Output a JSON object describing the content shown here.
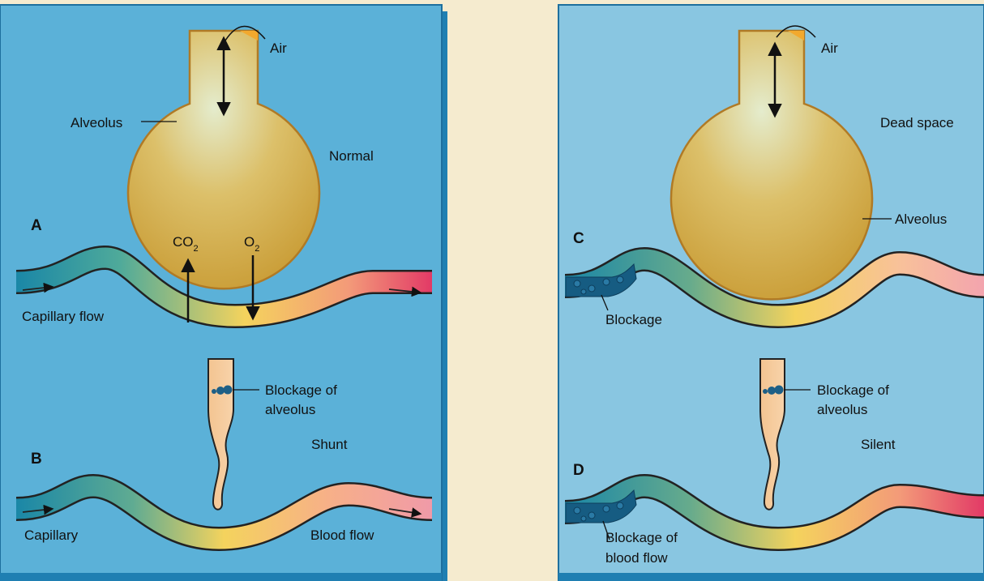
{
  "panel_left": {
    "A": {
      "letter": "A",
      "air": "Air",
      "alveolus": "Alveolus",
      "state": "Normal",
      "co2": "CO",
      "co2_sub": "2",
      "o2": "O",
      "o2_sub": "2",
      "flow": "Capillary flow"
    },
    "B": {
      "letter": "B",
      "blockage_line1": "Blockage of",
      "blockage_line2": "alveolus",
      "state": "Shunt",
      "capillary": "Capillary",
      "flow": "Blood flow"
    }
  },
  "panel_right": {
    "C": {
      "letter": "C",
      "air": "Air",
      "state": "Dead space",
      "alveolus": "Alveolus",
      "blockage": "Blockage"
    },
    "D": {
      "letter": "D",
      "blockage_line1": "Blockage of",
      "blockage_line2": "alveolus",
      "state": "Silent",
      "flow_line1": "Blockage of",
      "flow_line2": "blood flow"
    }
  },
  "colors": {
    "page": "#f5ebcf",
    "panel_left": "#5bb1d8",
    "panel_right": "#89c6e1",
    "border": "#1f7fb2",
    "alveolus": "#d8b551",
    "vein": "#1d8fa8",
    "artery": "#e8345d",
    "blockage": "#165c82"
  }
}
